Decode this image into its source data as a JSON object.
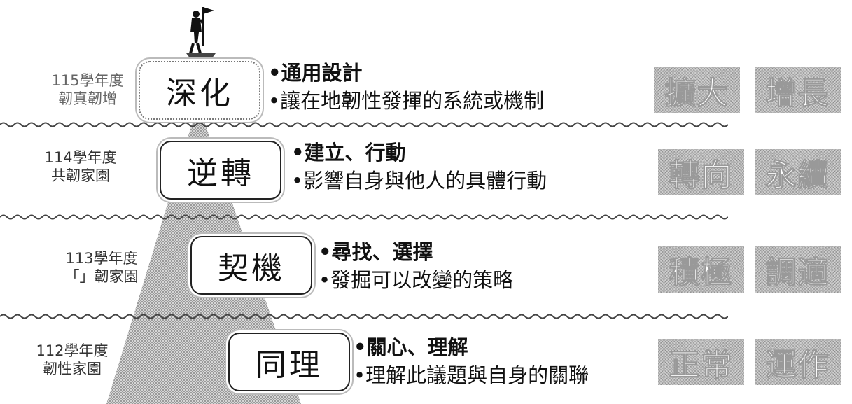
{
  "colors": {
    "mountain_fill": "#bdbdbd",
    "tag_fill": "#cfcfcf",
    "tag_text": "#ffffff",
    "border": "#222222"
  },
  "icon": "hiker-with-flag-icon",
  "rows": [
    {
      "year": "115學年度",
      "subtitle": "韌真韌增",
      "stage": "深化",
      "bullets": [
        "•通用設計",
        "•讓在地韌性發揮的系統或機制"
      ],
      "tags": [
        "擴大",
        "增長"
      ]
    },
    {
      "year": "114學年度",
      "subtitle": "共韌家園",
      "stage": "逆轉",
      "bullets": [
        "•建立、行動",
        "•影響自身與他人的具體行動"
      ],
      "tags": [
        "轉向",
        "永續"
      ]
    },
    {
      "year": "113學年度",
      "subtitle": "「」韌家園",
      "stage": "契機",
      "bullets": [
        "•尋找、選擇",
        "•發掘可以改變的策略"
      ],
      "tags": [
        "積極",
        "調適"
      ]
    },
    {
      "year": "112學年度",
      "subtitle": "韌性家園",
      "stage": "同理",
      "bullets": [
        "•關心、理解",
        "•理解此議題與自身的關聯"
      ],
      "tags": [
        "正常",
        "運作"
      ]
    }
  ]
}
